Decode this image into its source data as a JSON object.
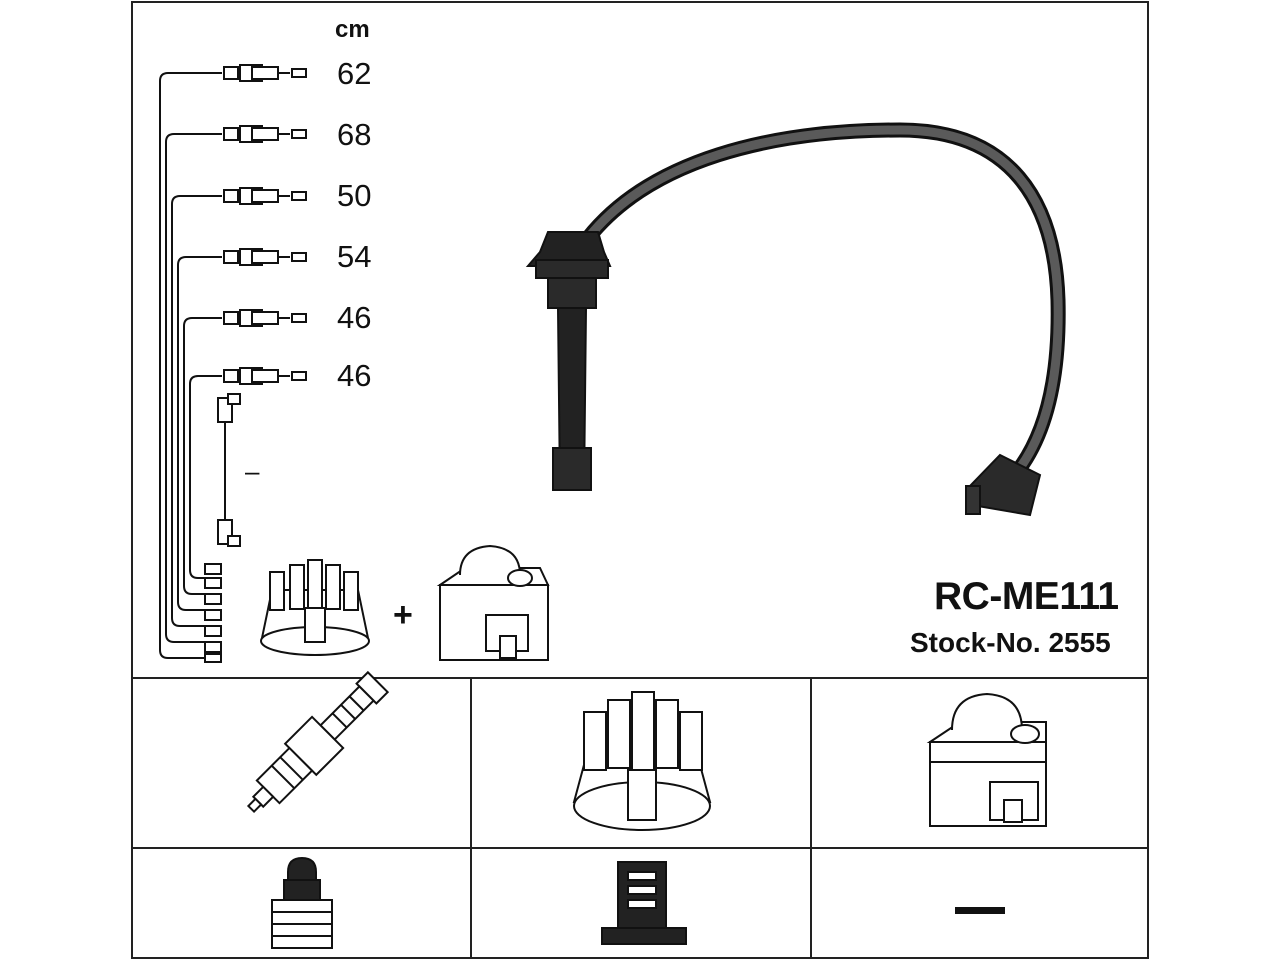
{
  "diagram": {
    "unit_label": "cm",
    "cable_lengths": [
      "62",
      "68",
      "50",
      "54",
      "46",
      "46"
    ],
    "coil_cable_length": "–",
    "plus_sign": "+",
    "product_code": "RC-ME111",
    "stock_number": "Stock-No. 2555"
  },
  "components": {
    "row1": [
      "spark-plug",
      "distributor-cap",
      "ignition-coil"
    ],
    "row2": [
      "spark-plug-connector",
      "distributor-connector",
      "none"
    ],
    "row2_none_symbol": "—"
  },
  "colors": {
    "line": "#111111",
    "cable": "#555555",
    "border": "#222222",
    "background": "#ffffff"
  }
}
